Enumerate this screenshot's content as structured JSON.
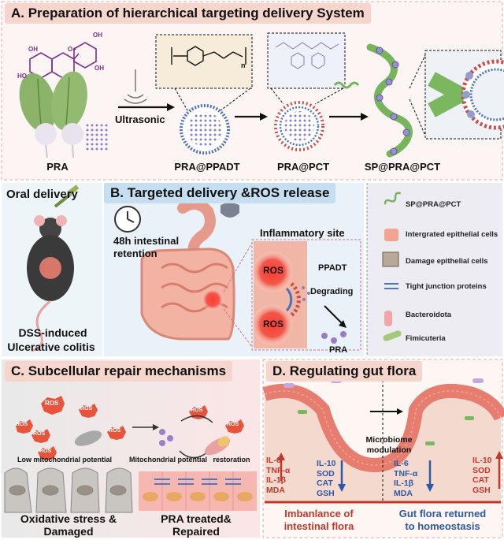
{
  "panel_a": {
    "title": "A. Preparation of hierarchical targeting delivery System",
    "ultrasonic": "Ultrasonic",
    "labels": [
      "PRA",
      "PRA@PPADT",
      "PRA@PCT",
      "SP@PRA@PCT"
    ],
    "formula_subscript": "n",
    "ring_labels": {
      "oh1": "OH",
      "oh2": "OH",
      "oh3": "HO",
      "oh4": "OH",
      "o_plus": "O+"
    }
  },
  "panel_oral": {
    "title": "Oral delivery",
    "caption_line1": "DSS-induced",
    "caption_line2": "Ulcerative colitis"
  },
  "panel_b": {
    "title": "B. Targeted delivery &ROS release",
    "retention_line1": "48h intestinal",
    "retention_line2": "retention",
    "inflammatory": "Inflammatory site",
    "ros1": "ROS",
    "ros2": "ROS",
    "ppadt": "PPADT",
    "degrading": "Degrading",
    "pra": "PRA"
  },
  "legend": {
    "items": [
      "SP@PRA@PCT",
      "Intergrated epithelial cells",
      "Damage epithelial cells",
      "Tight junction proteins",
      "Bacteroidota",
      "Fimicuteria"
    ]
  },
  "panel_c": {
    "title": "C. Subcellular repair mechanisms",
    "ros_labels": [
      "ROS",
      "ROS",
      "ROS",
      "ROS",
      "ROS",
      "ROS",
      "ROS",
      "ROS"
    ],
    "low_potential": "Low mitochondrial potential",
    "restoration": "Mitochondrial potential   restoration",
    "left_line1": "Oxidative stress &",
    "left_line2": "Damaged",
    "right_line1": "PRA treated&",
    "right_line2": "Repaired"
  },
  "panel_d": {
    "title": "D. Regulating gut flora",
    "modulation_line1": "Microbiome",
    "modulation_line2": "modulation",
    "up_markers": [
      "IL-6",
      "TNF-α",
      "IL-1β",
      "MDA"
    ],
    "down_markers": [
      "IL-10",
      "SOD",
      "CAT",
      "GSH"
    ],
    "mid_markers_1": [
      "IL-6",
      "TNF-α",
      "IL-1β",
      "MDA"
    ],
    "right_markers": [
      "IL-10",
      "SOD",
      "CAT",
      "GSH"
    ],
    "left_caption_line1": "Imbanlance of",
    "left_caption_line2": "intestinal flora",
    "right_caption_line1": "Gut flora returned",
    "right_caption_line2": "to homeostasis"
  },
  "colors": {
    "title_a_bg": "#f6d6cc",
    "title_b_bg": "#c6def2",
    "title_c_bg": "#f6d6cc",
    "title_d_bg": "#f6d6cc",
    "red": "#c0392b",
    "blue": "#2c58a8",
    "ros_red": "#e8533c",
    "green": "#6aa84f"
  }
}
